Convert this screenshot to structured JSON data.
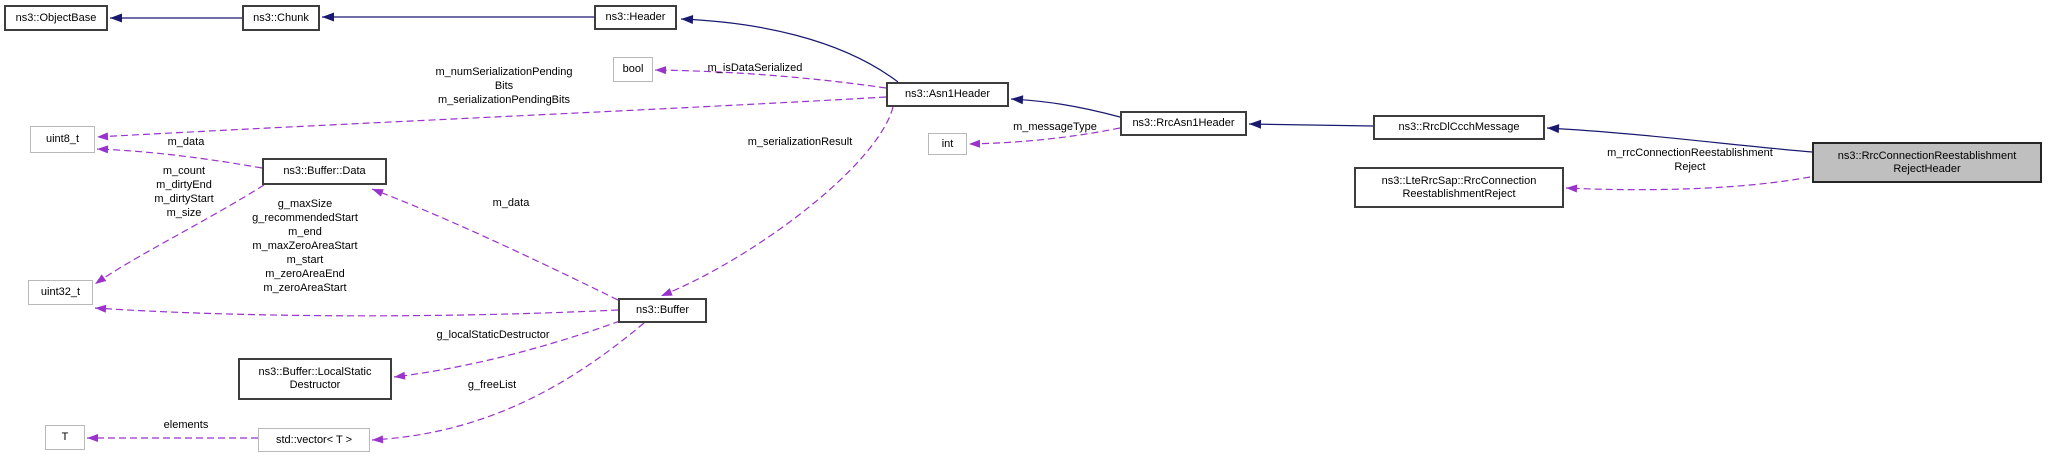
{
  "diagram": {
    "type": "doxygen-collaboration-graph",
    "colors": {
      "inheritance_edge": "#191970",
      "usage_edge": "#9a32cd",
      "node_border_dark": "#3d3d3d",
      "node_border_light": "#b9b9b9",
      "main_node_fill": "#bfbfbf",
      "node_fill": "#ffffff",
      "background": "#ffffff"
    },
    "nodes": {
      "objectbase": {
        "label": "ns3::ObjectBase"
      },
      "chunk": {
        "label": "ns3::Chunk"
      },
      "header": {
        "label": "ns3::Header"
      },
      "bool_type": {
        "label": "bool"
      },
      "asn1header": {
        "label": "ns3::Asn1Header"
      },
      "int_type": {
        "label": "int"
      },
      "rrcasn1header": {
        "label": "ns3::RrcAsn1Header"
      },
      "rrcdlccchmessage": {
        "label": "ns3::RrcDlCcchMessage"
      },
      "lterrcsap": {
        "label": "ns3::LteRrcSap::RrcConnection\nReestablishmentReject"
      },
      "mainclass": {
        "label": "ns3::RrcConnectionReestablishment\nRejectHeader"
      },
      "uint8_type": {
        "label": "uint8_t"
      },
      "bufferdata": {
        "label": "ns3::Buffer::Data"
      },
      "uint32_type": {
        "label": "uint32_t"
      },
      "buffer": {
        "label": "ns3::Buffer"
      },
      "localstatic": {
        "label": "ns3::Buffer::LocalStatic\nDestructor"
      },
      "vector": {
        "label": "std::vector< T >"
      },
      "t_type": {
        "label": "T"
      }
    },
    "edge_labels": {
      "serialization_pending": "m_numSerializationPending\nBits\nm_serializationPendingBits",
      "is_data_serialized": "m_isDataSerialized",
      "data_top": "m_data",
      "bufferdata_uint32": "m_count\nm_dirtyEnd\nm_dirtyStart\nm_size",
      "serialization_result": "m_serializationResult",
      "buffer_uint32": "g_maxSize\ng_recommendedStart\nm_end\nm_maxZeroAreaStart\nm_start\nm_zeroAreaEnd\nm_zeroAreaStart",
      "data_bottom": "m_data",
      "local_static_destructor": "g_localStaticDestructor",
      "free_list": "g_freeList",
      "elements": "elements",
      "message_type": "m_messageType",
      "rrc_connection_reestablishment_reject": "m_rrcConnectionReestablishment\nReject"
    }
  }
}
